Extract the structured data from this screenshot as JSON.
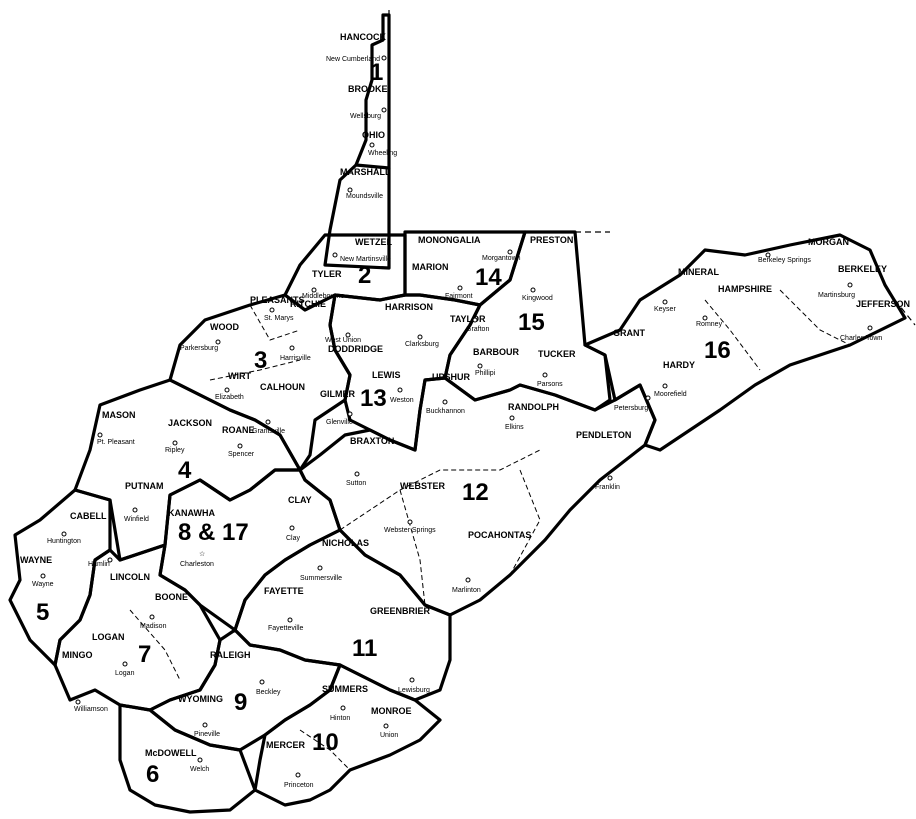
{
  "counties": [
    "HANCOCK",
    "BROOKE",
    "OHIO",
    "MARSHALL",
    "WETZEL",
    "TYLER",
    "PLEASANTS",
    "WOOD",
    "RITCHIE",
    "DODDRIDGE",
    "WIRT",
    "CALHOUN",
    "JACKSON",
    "MASON",
    "ROANE",
    "GILMER",
    "LEWIS",
    "HARRISON",
    "MONONGALIA",
    "MARION",
    "TAYLOR",
    "PRESTON",
    "BARBOUR",
    "UPSHUR",
    "TUCKER",
    "RANDOLPH",
    "BRAXTON",
    "WEBSTER",
    "PUTNAM",
    "CABELL",
    "KANAWHA",
    "CLAY",
    "NICHOLAS",
    "WAYNE",
    "LINCOLN",
    "BOONE",
    "LOGAN",
    "MINGO",
    "FAYETTE",
    "GREENBRIER",
    "POCAHONTAS",
    "PENDLETON",
    "GRANT",
    "MINERAL",
    "HAMPSHIRE",
    "HARDY",
    "MORGAN",
    "BERKELEY",
    "JEFFERSON",
    "RALEIGH",
    "WYOMING",
    "SUMMERS",
    "MONROE",
    "MERCER",
    "McDOWELL"
  ],
  "towns": [
    "New Cumberland",
    "Wellsburg",
    "Wheeling",
    "Moundsville",
    "New Martinsville",
    "Middlebourne",
    "St. Marys",
    "Parkersburg",
    "Harrisville",
    "West Union",
    "Elizabeth",
    "Grantsville",
    "Ripley",
    "Pt. Pleasant",
    "Spencer",
    "Glenville",
    "Weston",
    "Clarksburg",
    "Morgantown",
    "Fairmont",
    "Grafton",
    "Kingwood",
    "Phillipi",
    "Buckhannon",
    "Parsons",
    "Elkins",
    "Sutton",
    "Webster Springs",
    "Winfield",
    "Huntington",
    "Charleston",
    "Clay",
    "Summersville",
    "Wayne",
    "Hamlin",
    "Madison",
    "Logan",
    "Williamson",
    "Fayetteville",
    "Lewisburg",
    "Marlinton",
    "Franklin",
    "Petersburg",
    "Keyser",
    "Romney",
    "Moorefield",
    "Berkeley Springs",
    "Martinsburg",
    "Charles Town",
    "Beckley",
    "Pineville",
    "Hinton",
    "Union",
    "Princeton",
    "Welch"
  ],
  "districts": [
    "1",
    "2",
    "3",
    "4",
    "5",
    "6",
    "7",
    "8 & 17",
    "9",
    "10",
    "11",
    "12",
    "13",
    "14",
    "15",
    "16"
  ],
  "district_12_overlap": "11"
}
